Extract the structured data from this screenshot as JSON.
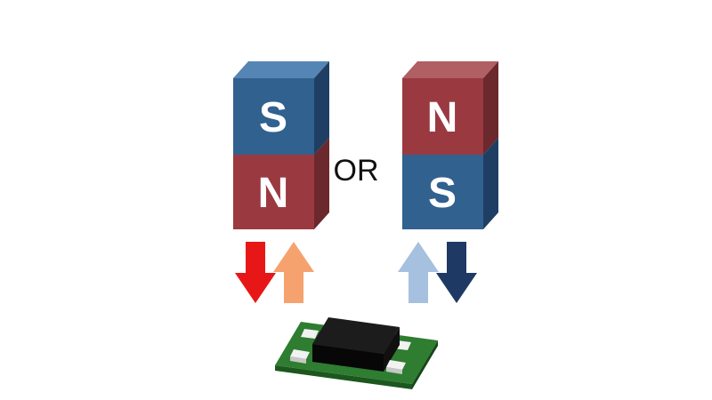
{
  "figure": {
    "or_label": "OR",
    "left_magnet": {
      "top_pole": "S",
      "bottom_pole": "N"
    },
    "right_magnet": {
      "top_pole": "N",
      "bottom_pole": "S"
    },
    "arrows": [
      {
        "id": "red-down",
        "direction": "down",
        "color": "#e81717"
      },
      {
        "id": "orange-up",
        "direction": "up",
        "color": "#f6a26e"
      },
      {
        "id": "light-blue-up",
        "direction": "up",
        "color": "#a6c0df"
      },
      {
        "id": "navy-down",
        "direction": "down",
        "color": "#1e3a64"
      }
    ]
  },
  "colors": {
    "background": "#ffffff",
    "blue_front": "#31618f",
    "blue_top": "#5585b4",
    "blue_side": "#1e3f63",
    "red_front": "#9a3a40",
    "red_top": "#b05f63",
    "red_side": "#6b282d",
    "pole_text": "#ffffff",
    "or_text": "#111111",
    "board_top": "#2e7d31",
    "board_front": "#1c571e",
    "board_side": "#154718",
    "chip_top": "#1c1c1c",
    "chip_front": "#070707",
    "chip_side": "#101010",
    "pad_top": "#f2f2f2",
    "pad_front": "#c7c7c7"
  }
}
